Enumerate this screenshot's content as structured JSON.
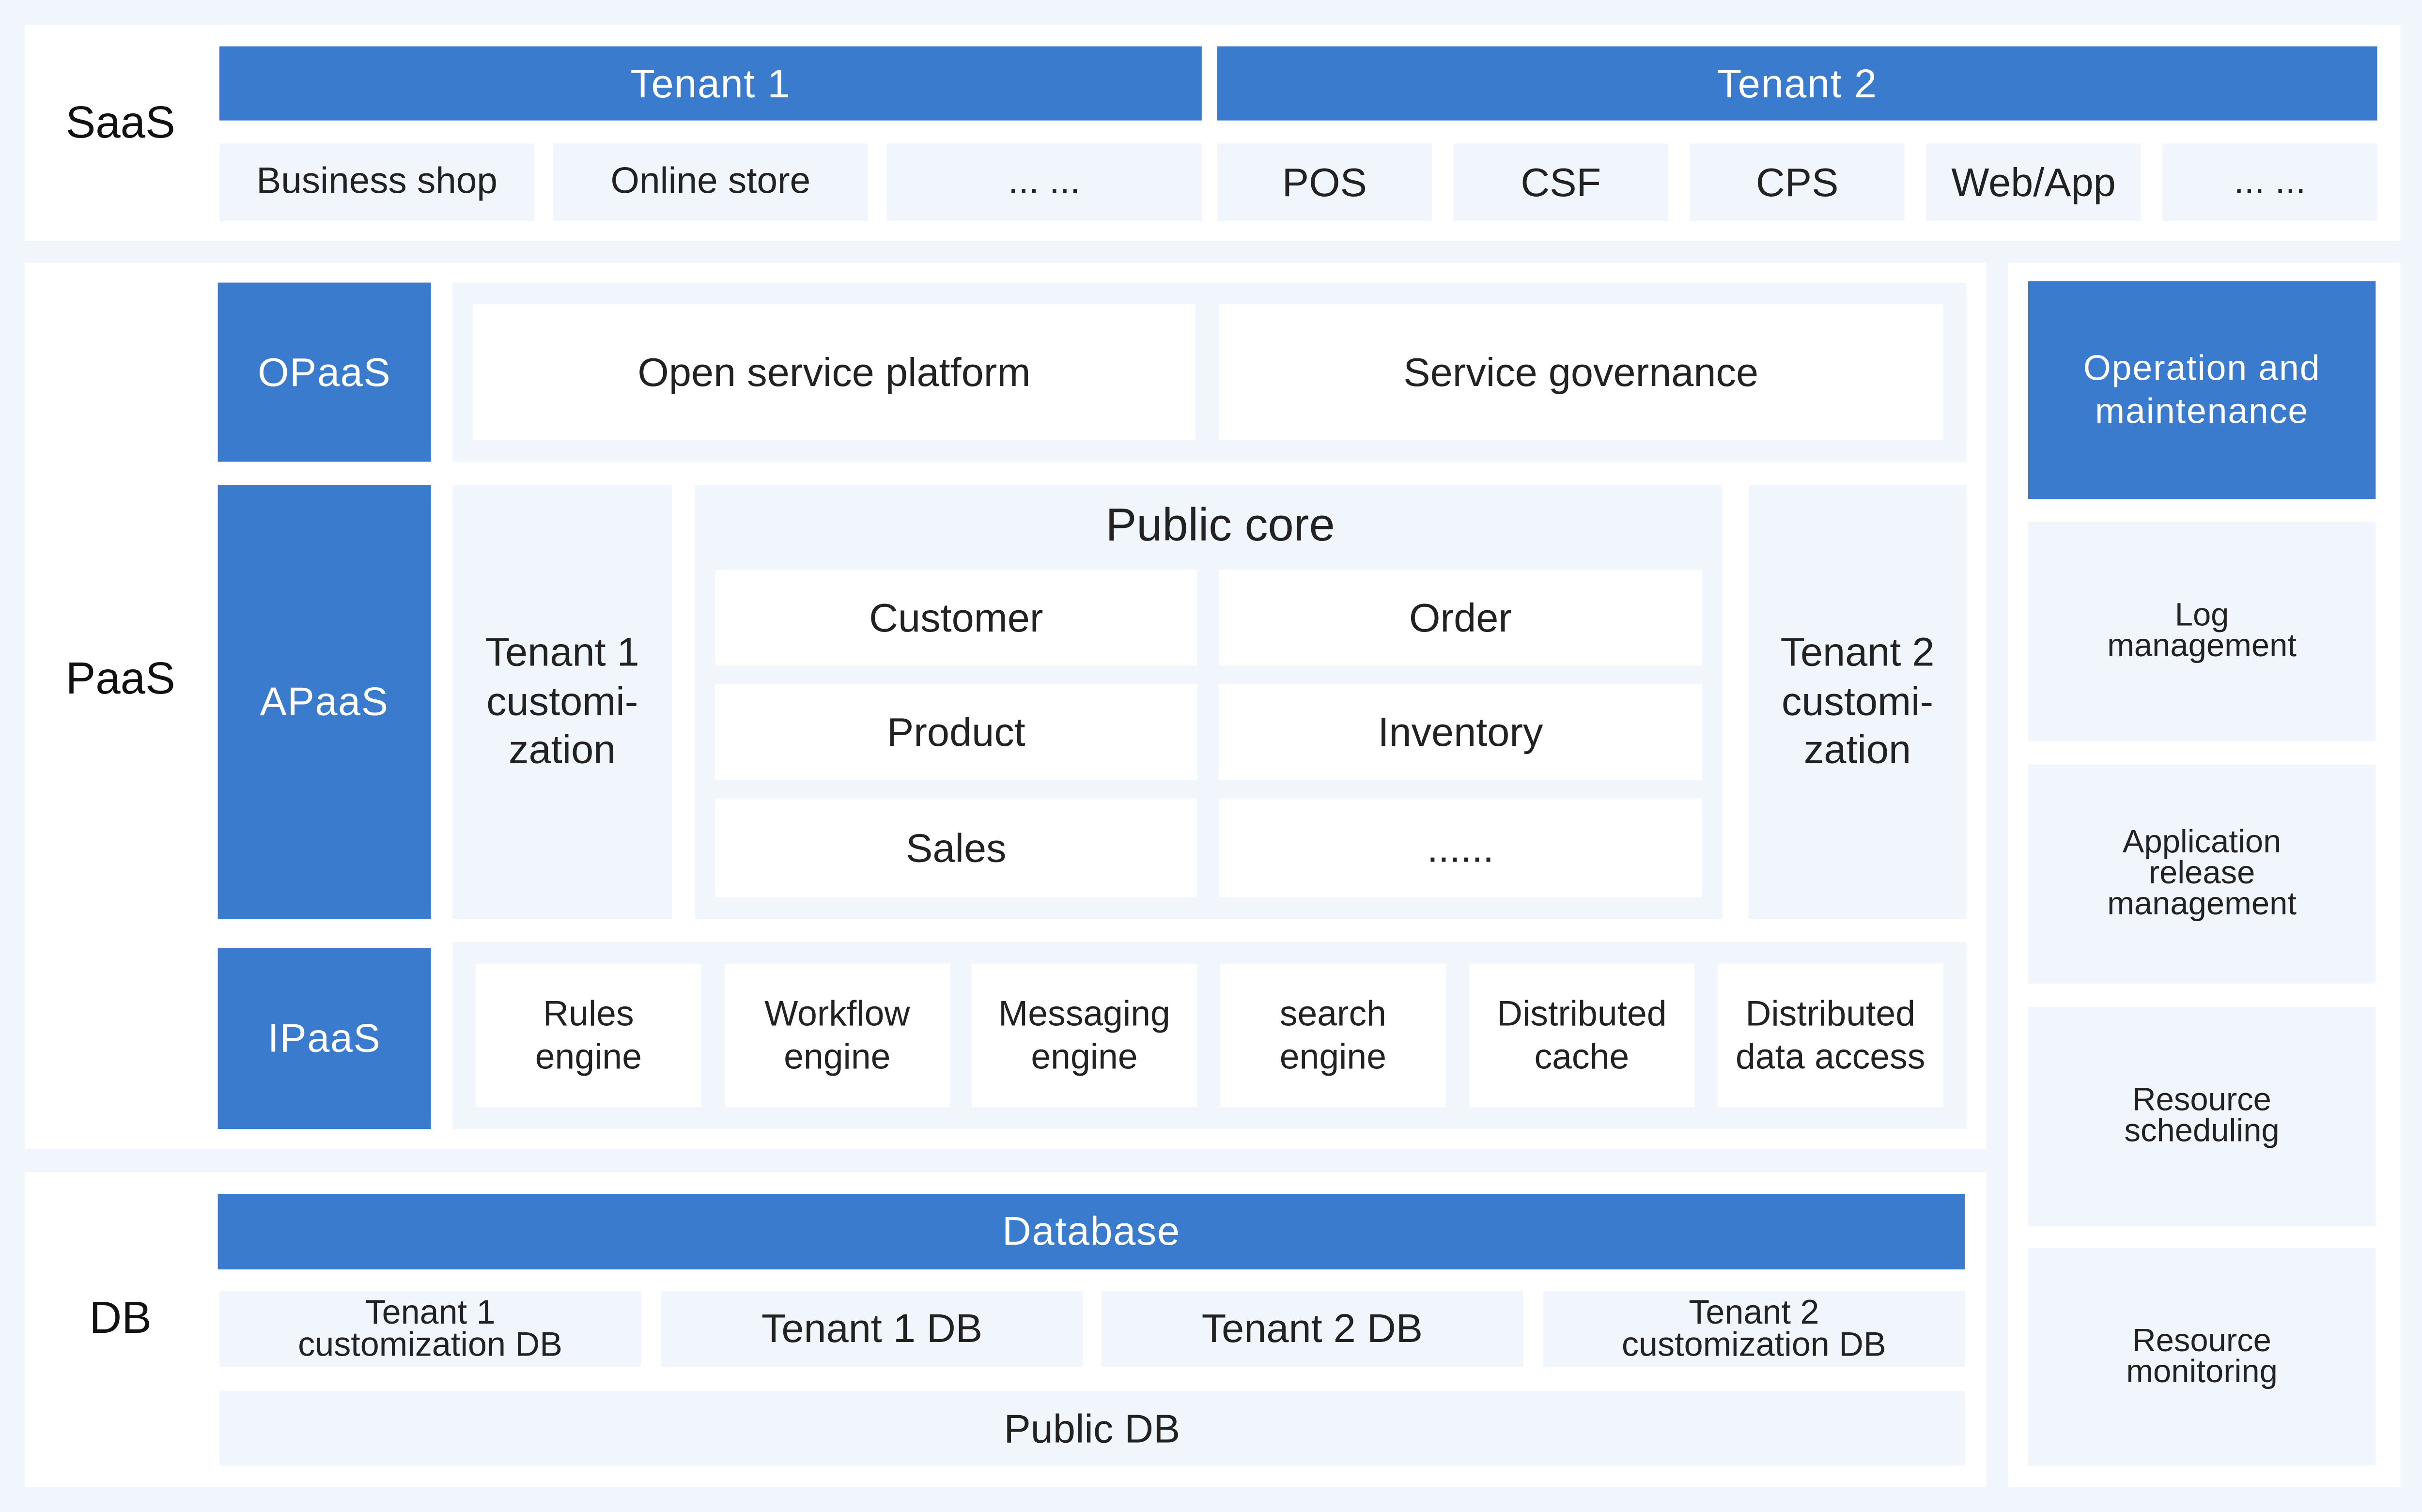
{
  "layers": {
    "saas": "SaaS",
    "paas": "PaaS",
    "db": "DB"
  },
  "saas": {
    "tenant1": {
      "header": "Tenant 1",
      "apps": [
        "Business shop",
        "Online store",
        "... ..."
      ]
    },
    "tenant2": {
      "header": "Tenant 2",
      "apps": [
        "POS",
        "CSF",
        "CPS",
        "Web/App",
        "... ..."
      ]
    }
  },
  "paas": {
    "opaas": {
      "label": "OPaaS",
      "items": [
        "Open service platform",
        "Service governance"
      ]
    },
    "apaas": {
      "label": "APaaS",
      "tenant1_customization": "Tenant 1\ncustomi-\nzation",
      "tenant2_customization": "Tenant 2\ncustomi-\nzation",
      "public_core": {
        "title": "Public core",
        "items": [
          "Customer",
          "Order",
          "Product",
          "Inventory",
          "Sales",
          "......"
        ]
      }
    },
    "ipaas": {
      "label": "IPaaS",
      "engines": [
        "Rules\nengine",
        "Workflow\nengine",
        "Messaging\nengine",
        "search\nengine",
        "Distributed\ncache",
        "Distributed\ndata access"
      ]
    }
  },
  "db": {
    "header": "Database",
    "items": [
      "Tenant 1\ncustomization DB",
      "Tenant 1 DB",
      "Tenant 2 DB",
      "Tenant 2\ncustomization DB"
    ],
    "public": "Public DB"
  },
  "ops": {
    "header": "Operation and\nmaintenance",
    "items": [
      "Log\nmanagement",
      "Application\nrelease\nmanagement",
      "Resource\nscheduling",
      "Resource\nmonitoring"
    ]
  },
  "colors": {
    "accent": "#3a7bcd",
    "panel": "#ffffff",
    "light": "#f1f5fc"
  }
}
